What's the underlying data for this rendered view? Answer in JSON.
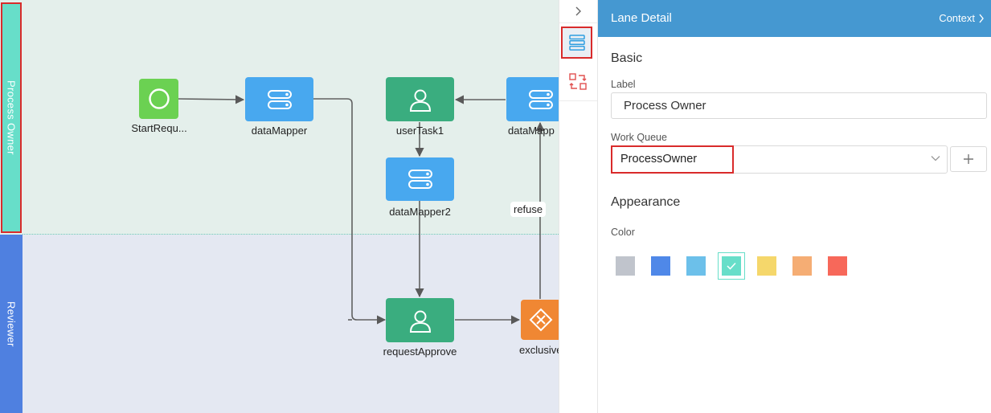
{
  "lanes": [
    {
      "label": "Process Owner",
      "color": "#67dec9"
    },
    {
      "label": "Reviewer",
      "color": "#4f80e0"
    }
  ],
  "nodes": {
    "start": {
      "label": "StartRequ...",
      "kind": "start-event",
      "color": "#6bd152"
    },
    "data_mapper": {
      "label": "dataMapper",
      "kind": "service-task",
      "color": "#48a8ef"
    },
    "user_task1": {
      "label": "userTask1",
      "kind": "user-task",
      "color": "#3aad7f"
    },
    "data_mapper_top": {
      "label": "dataMapp",
      "kind": "service-task",
      "color": "#48a8ef"
    },
    "data_mapper2": {
      "label": "dataMapper2",
      "kind": "service-task",
      "color": "#48a8ef"
    },
    "request_approve": {
      "label": "requestApprove",
      "kind": "user-task",
      "color": "#3aad7f"
    },
    "exclusive": {
      "label": "exclusive",
      "kind": "exclusive-gateway",
      "color": "#f08733"
    }
  },
  "flow_labels": {
    "refuse": "refuse"
  },
  "toolbar": {
    "collapse_icon": "chevron-right-icon",
    "lane_icon": "lane-list-icon",
    "swap_icon": "swap-lane-icon"
  },
  "panel": {
    "title": "Lane Detail",
    "context_label": "Context",
    "basic_section": "Basic",
    "label_field_label": "Label",
    "label_value": "Process Owner",
    "work_queue_label": "Work Queue",
    "work_queue_value": "ProcessOwner",
    "add_label": "+",
    "appearance_section": "Appearance",
    "color_label": "Color",
    "colors": [
      "#c0c4cc",
      "#4f88e8",
      "#6cc0ea",
      "#67dec9",
      "#f5d76b",
      "#f5ad74",
      "#f7685a"
    ],
    "selected_color": "#67dec9"
  }
}
